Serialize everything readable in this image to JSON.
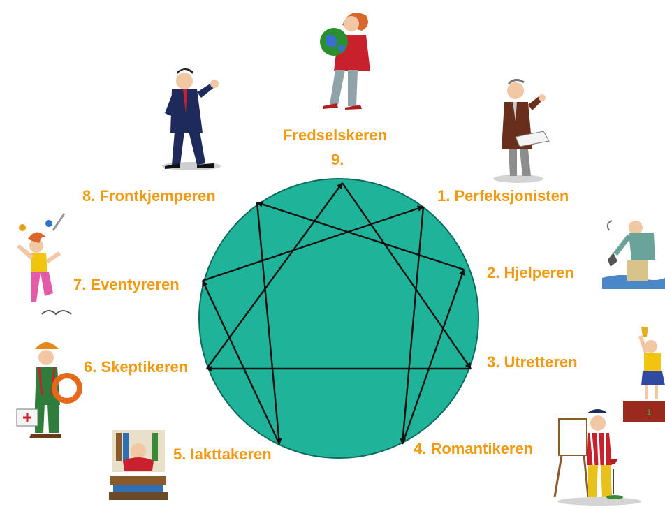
{
  "colors": {
    "circle_fill": "#1fb39a",
    "circle_stroke": "#0d6b5c",
    "arrow": "#111111",
    "label": "#f29a13"
  },
  "enneagram": {
    "points": [
      {
        "id": 9,
        "name": "Fredselskeren",
        "number": "9.",
        "illustration": "person-holding-globe"
      },
      {
        "id": 1,
        "label": "1. Perfeksjonisten",
        "illustration": "professor-with-book"
      },
      {
        "id": 2,
        "label": "2. Hjelperen",
        "illustration": "person-helping-in-water"
      },
      {
        "id": 3,
        "label": "3. Utretteren",
        "illustration": "winner-on-podium-with-trophy"
      },
      {
        "id": 4,
        "label": "4. Romantikeren",
        "illustration": "painter-at-easel"
      },
      {
        "id": 5,
        "label": "5. Iakttakeren",
        "illustration": "reader-with-books"
      },
      {
        "id": 6,
        "label": "6. Skeptikeren",
        "illustration": "worker-with-first-aid-kit"
      },
      {
        "id": 7,
        "label": "7. Eventyreren",
        "illustration": "jumping-juggler"
      },
      {
        "id": 8,
        "label": "8. Frontkjemperen",
        "illustration": "businessman-in-suit"
      }
    ],
    "podium_number": "1"
  }
}
